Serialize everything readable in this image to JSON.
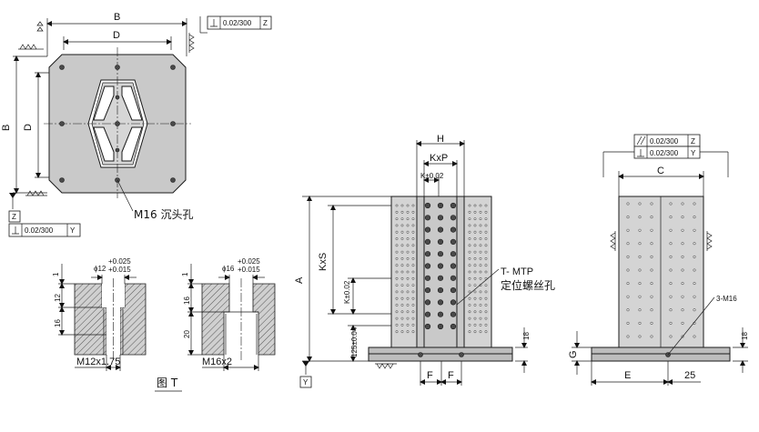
{
  "top_view": {
    "dim_width": "B",
    "dim_inner_width": "D",
    "dim_height": "B",
    "dim_inner_height": "D",
    "perp_tol": "0.02/300",
    "perp_datum": "Z",
    "bottom_datum": "Z",
    "bottom_tol": "0.02/300",
    "bottom_datum_ref": "Y",
    "callout": "M16 沉头孔"
  },
  "section_left": {
    "diameter": "ϕ12",
    "tol_upper": "+0.025",
    "tol_lower": "+0.015",
    "dim_top": "1",
    "dim_mid": "12",
    "dim_low": "16",
    "thread": "M12x1.75"
  },
  "section_right": {
    "diameter": "ϕ16",
    "tol_upper": "+0.025",
    "tol_lower": "+0.015",
    "dim_top": "1",
    "dim_mid": "16",
    "dim_low": "20",
    "thread": "M16x2"
  },
  "figure_label": "图 T",
  "front_view": {
    "dim_h": "H",
    "dim_kxp": "KxP",
    "dim_k": "K±0.02",
    "dim_a": "A",
    "dim_kxs": "KxS",
    "dim_k_side": "K±0.02",
    "dim_125": "125±0.04",
    "dim_18": "18",
    "dim_f1": "F",
    "dim_f2": "F",
    "datum": "Y",
    "callout_line1": "T- MTP",
    "callout_line2": "定位螺丝孔"
  },
  "side_view": {
    "parallel_tol": "0.02/300",
    "parallel_datum": "Z",
    "perp_tol": "0.02/300",
    "perp_datum": "Y",
    "dim_c": "C",
    "dim_g": "G",
    "dim_e": "E",
    "dim_25": "25",
    "dim_18": "18",
    "callout": "3-M16"
  }
}
